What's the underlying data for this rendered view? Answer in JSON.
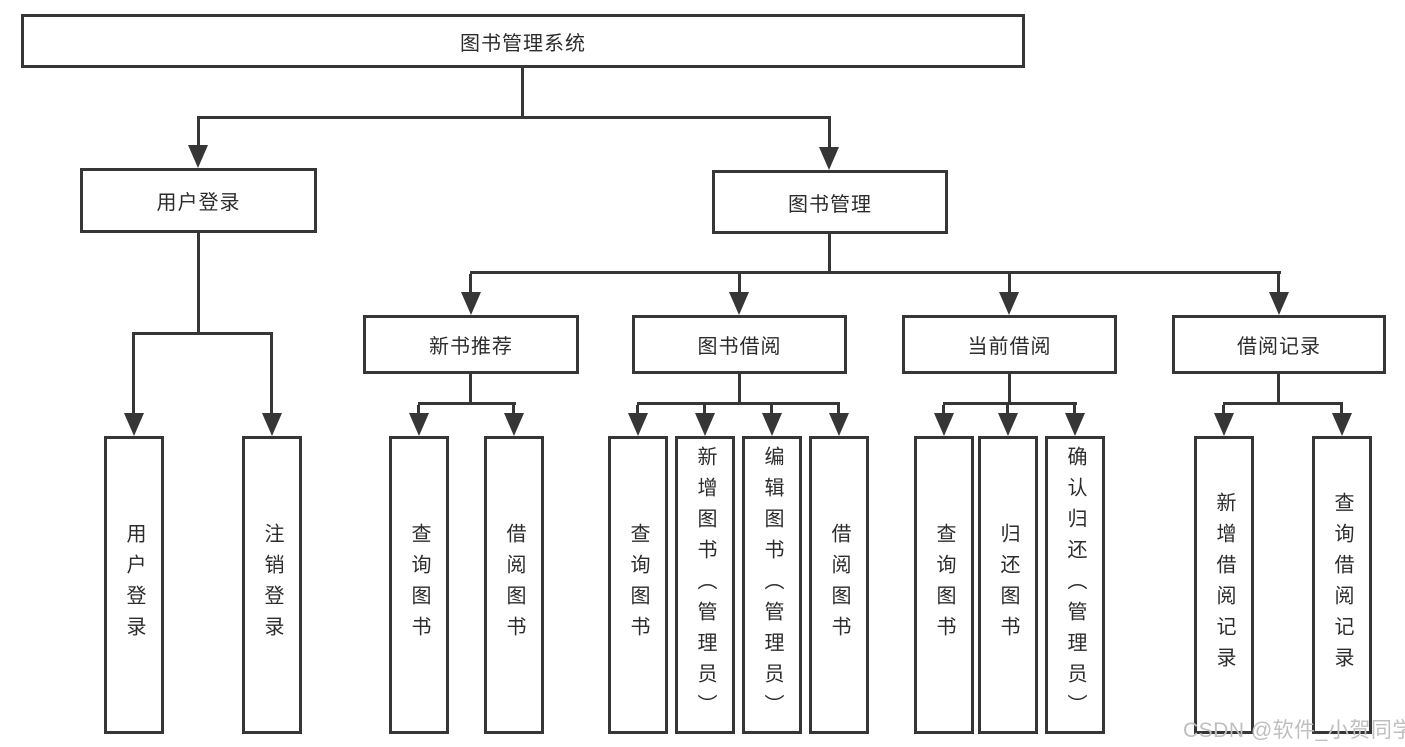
{
  "diagram": {
    "root": "图书管理系统",
    "level2": {
      "user_login": "用户登录",
      "book_management": "图书管理"
    },
    "level3": {
      "new_book_recommend": "新书推荐",
      "book_borrow": "图书借阅",
      "current_borrow": "当前借阅",
      "borrow_record": "借阅记录"
    },
    "leaves": {
      "user_login": [
        "用户登录",
        "注销登录"
      ],
      "new_book_recommend": [
        "查询图书",
        "借阅图书"
      ],
      "book_borrow": [
        "查询图书",
        "新增图书（管理员）",
        "编辑图书（管理员）",
        "借阅图书"
      ],
      "current_borrow": [
        "查询图书",
        "归还图书",
        "确认归还（管理员）"
      ],
      "borrow_record": [
        "新增借阅记录",
        "查询借阅记录"
      ]
    }
  },
  "watermark": "CSDN @软件_小贺同学",
  "colors": {
    "line": "#363636",
    "box_border": "#363636",
    "text": "#2c2c2c",
    "background": "#ffffff",
    "watermark": "#bfbfbf"
  }
}
